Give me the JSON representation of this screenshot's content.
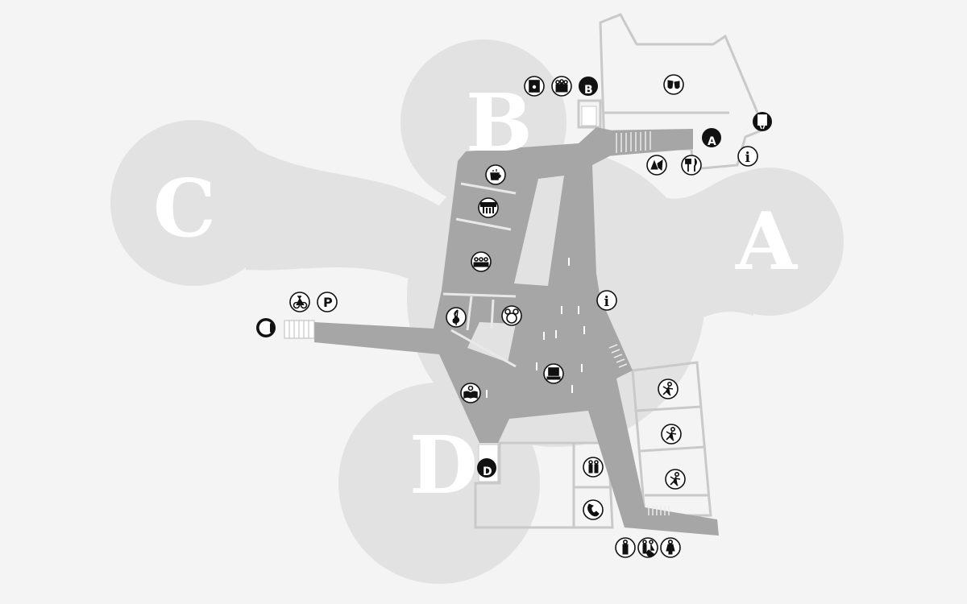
{
  "wings": {
    "a": "A",
    "b": "B",
    "c": "C",
    "d": "D"
  },
  "entrances": {
    "a": "A",
    "b": "B",
    "d": "D"
  },
  "info": {
    "north": "i",
    "center": "i"
  },
  "parking": "P",
  "icons": {
    "theatre": "theatre-masks-icon",
    "fire_exit": "fire-exit-icon",
    "kids": "kids-activity-icon",
    "restaurant": "restaurant-icon",
    "washing": "washing-machine-icon",
    "group": "group-icon",
    "cafe": "cafe-icon",
    "stage": "stage-icon",
    "meeting": "meeting-room-icon",
    "music": "music-room-icon",
    "reading": "reading-room-icon",
    "computer": "computer-icon",
    "bike": "bike-icon",
    "playroom": "playroom-icon",
    "squash_1": "squash-court-icon",
    "squash_2": "squash-court-icon",
    "squash_3": "squash-court-icon",
    "wardrobe": "wardrobe-icon",
    "phone": "phone-icon",
    "men": "men-toilet-icon",
    "disabled": "accessible-toilet-icon",
    "women": "women-toilet-icon",
    "exit_c": "exit-c-icon"
  },
  "colors": {
    "background": "#f4f4f4",
    "zone": "#e2e2e2",
    "corridor": "#a6a6a6",
    "outline": "#c9c9c9",
    "ink": "#111111"
  }
}
